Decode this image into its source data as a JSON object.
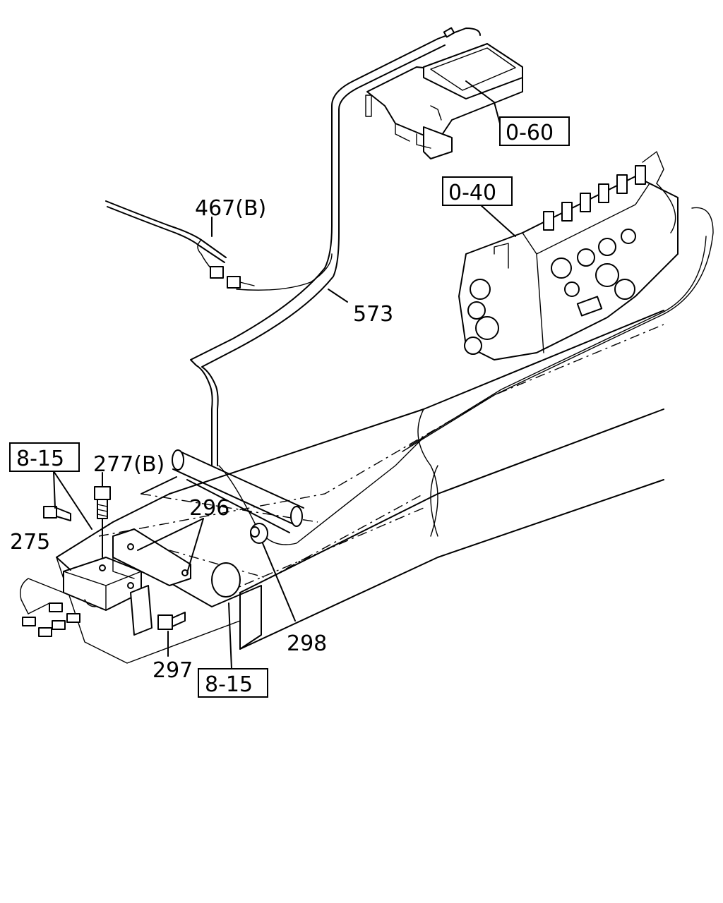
{
  "refs": {
    "ecu": "0-60",
    "pump": "0-40",
    "bracket_top": "8-15",
    "bracket_bottom": "8-15"
  },
  "parts": {
    "harness_b": "467(B)",
    "harness": "573",
    "bolt_b": "277(B)",
    "bracket": "296",
    "module": "275",
    "bushing": "298",
    "bolt": "297"
  }
}
